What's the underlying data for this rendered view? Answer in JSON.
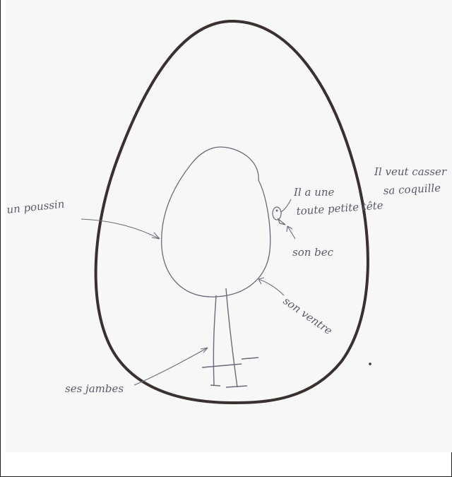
{
  "annotations": {
    "chick": "un poussin",
    "head_line1": "Il a une",
    "head_line2": "toute petite tête",
    "beak": "son bec",
    "belly": "son ventre",
    "legs": "ses jambes",
    "wants_line1": "Il veut casser",
    "wants_line2": "sa coquille"
  },
  "colors": {
    "egg_outline": "#3a3030",
    "pencil": "#6a6a78",
    "paper": "#f7f7f7"
  }
}
